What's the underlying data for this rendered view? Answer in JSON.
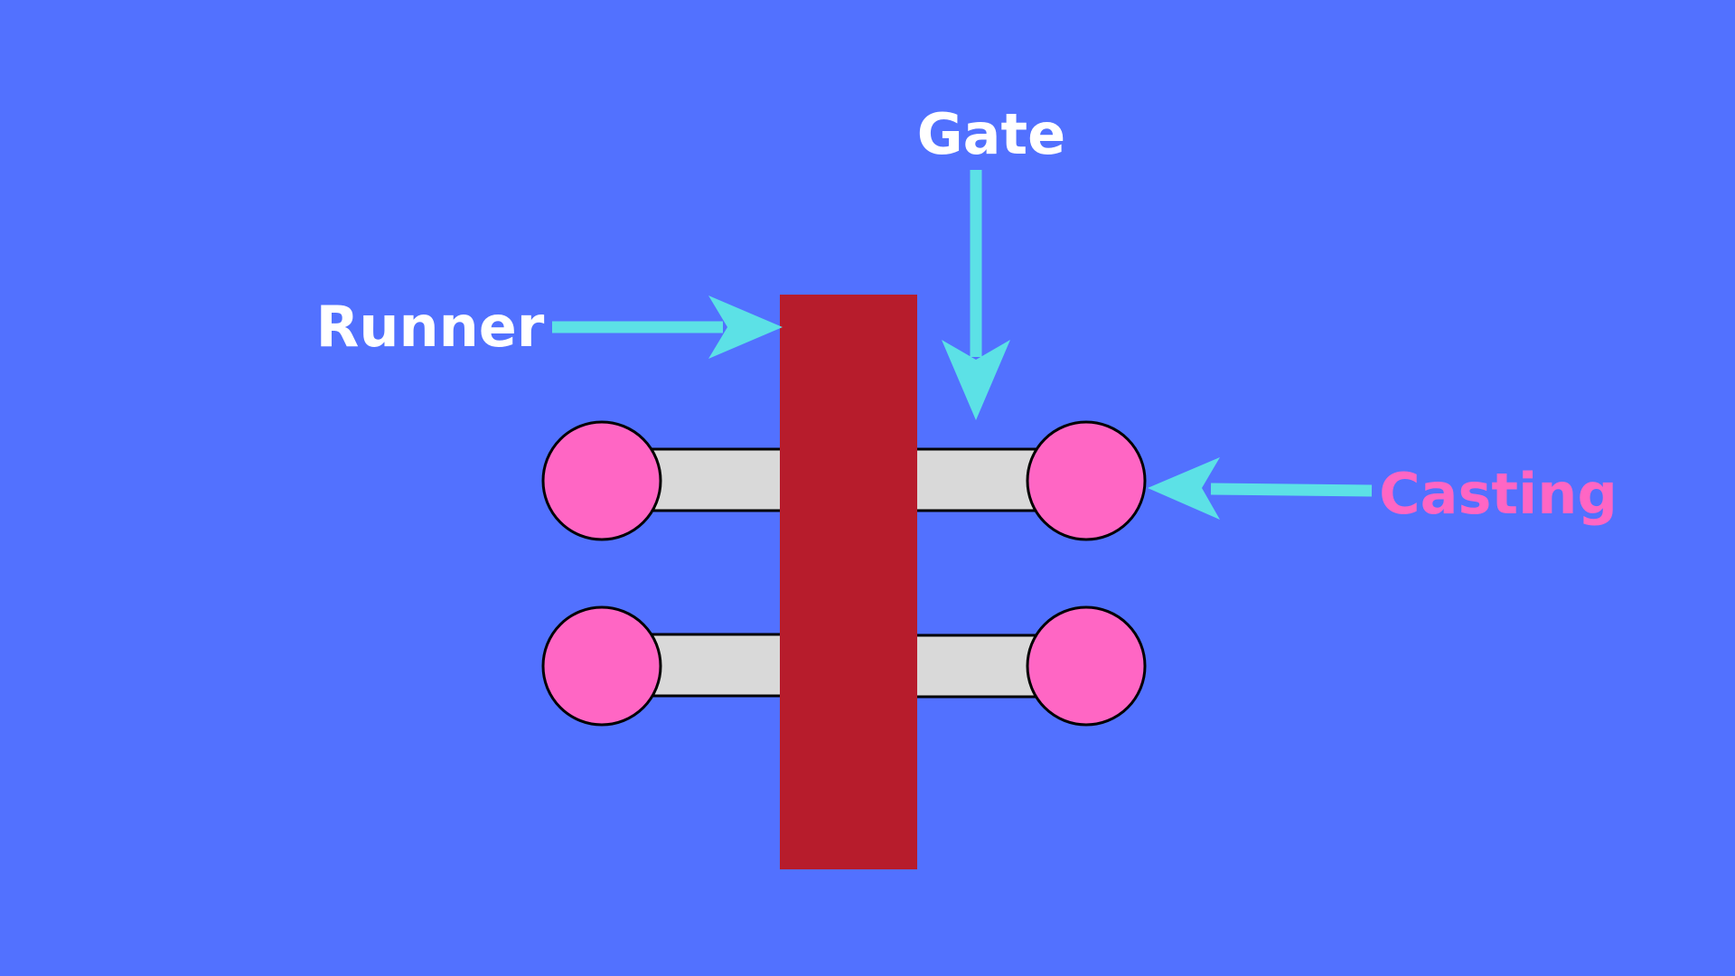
{
  "labels": {
    "gate": "Gate",
    "runner": "Runner",
    "casting": "Casting"
  },
  "colors": {
    "background": "#5271FF",
    "runner_bar": "#B71C2C",
    "gate_bar": "#D9D9D9",
    "casting": "#FF66C4",
    "arrow": "#5CE1E6",
    "label_default": "#FFFFFF",
    "label_casting": "#FF66C4",
    "outline": "#000000"
  }
}
